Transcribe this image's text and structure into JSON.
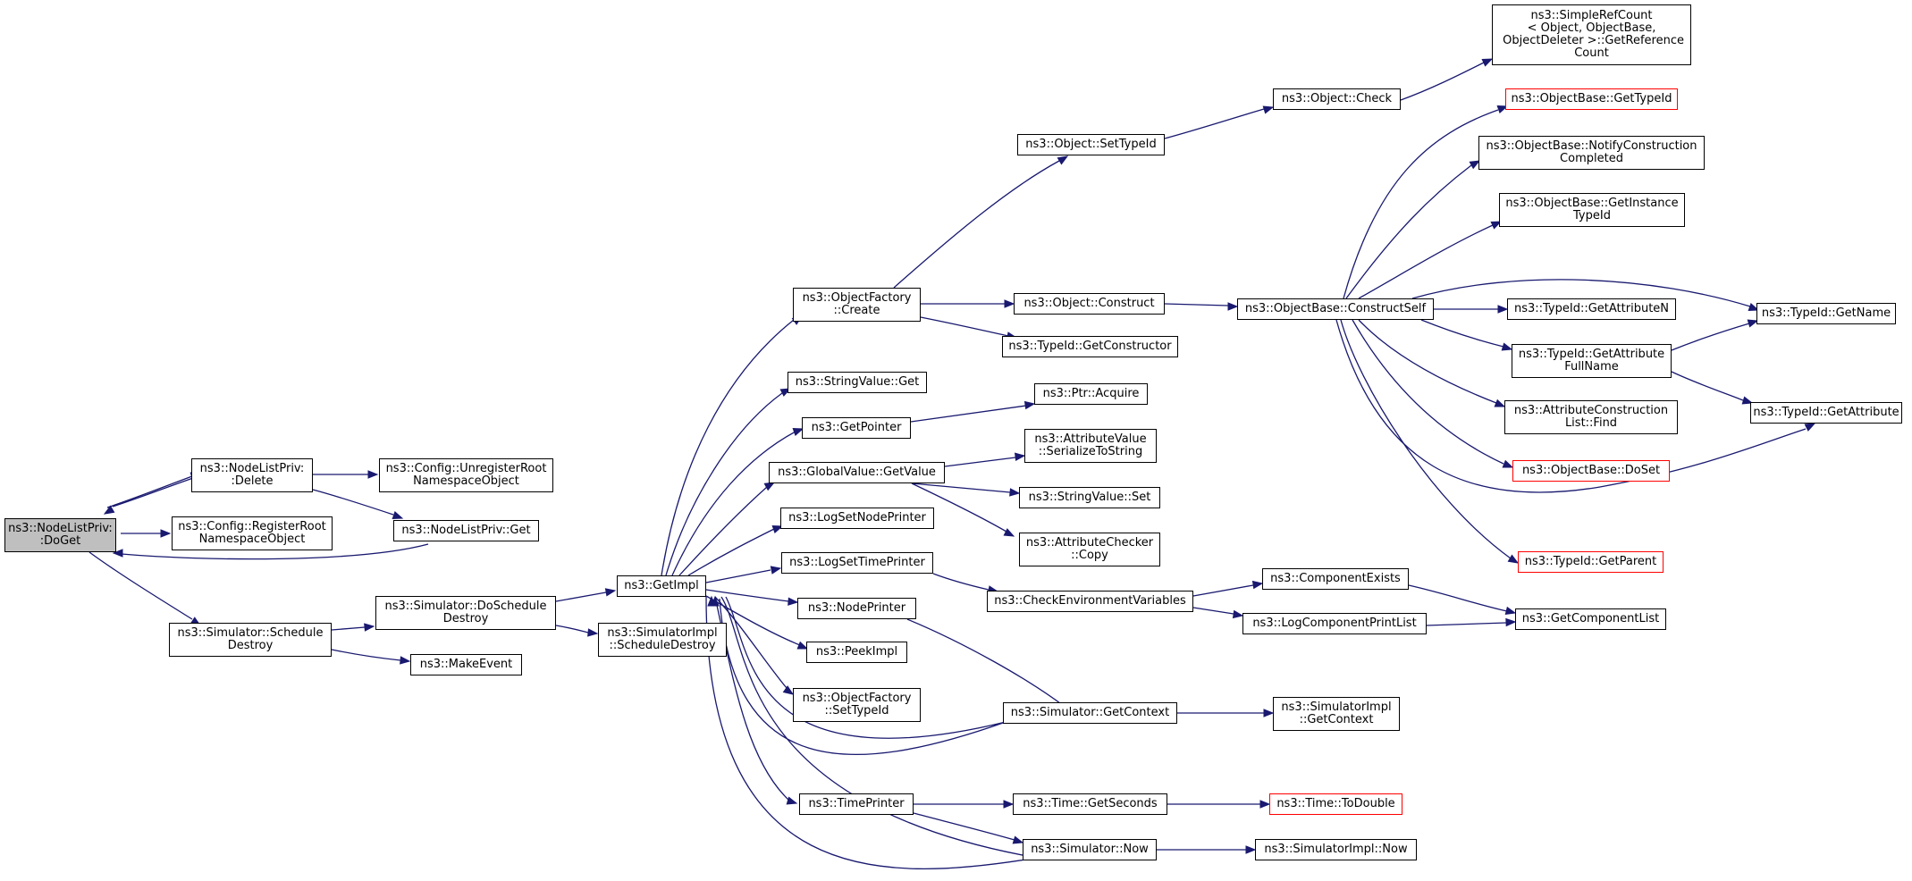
{
  "graph": {
    "colors": {
      "edge": "#191970",
      "node_border": "#000000",
      "missing_border": "#ff0000",
      "root_fill": "#bfbfbf"
    },
    "nodes": [
      {
        "id": "doget",
        "label": "ns3::NodeListPriv:\n:DoGet",
        "style": "root"
      },
      {
        "id": "delete",
        "label": "ns3::NodeListPriv:\n:Delete"
      },
      {
        "id": "unregister",
        "label": "ns3::Config::UnregisterRoot\nNamespaceObject"
      },
      {
        "id": "register",
        "label": "ns3::Config::RegisterRoot\nNamespaceObject"
      },
      {
        "id": "nlpget",
        "label": "ns3::NodeListPriv::Get"
      },
      {
        "id": "schedDestroy",
        "label": "ns3::Simulator::Schedule\nDestroy"
      },
      {
        "id": "doSchedDestroy",
        "label": "ns3::Simulator::DoSchedule\nDestroy"
      },
      {
        "id": "makeEvent",
        "label": "ns3::MakeEvent"
      },
      {
        "id": "implSchedDestroy",
        "label": "ns3::SimulatorImpl\n::ScheduleDestroy"
      },
      {
        "id": "getImpl",
        "label": "ns3::GetImpl"
      },
      {
        "id": "ofCreate",
        "label": "ns3::ObjectFactory\n::Create"
      },
      {
        "id": "svGet",
        "label": "ns3::StringValue::Get"
      },
      {
        "id": "getPointer",
        "label": "ns3::GetPointer"
      },
      {
        "id": "gvGetValue",
        "label": "ns3::GlobalValue::GetValue"
      },
      {
        "id": "logSetNode",
        "label": "ns3::LogSetNodePrinter"
      },
      {
        "id": "logSetTime",
        "label": "ns3::LogSetTimePrinter"
      },
      {
        "id": "nodePrinter",
        "label": "ns3::NodePrinter"
      },
      {
        "id": "peekImpl",
        "label": "ns3::PeekImpl"
      },
      {
        "id": "ofSetTypeId",
        "label": "ns3::ObjectFactory\n::SetTypeId"
      },
      {
        "id": "timePrinter",
        "label": "ns3::TimePrinter"
      },
      {
        "id": "objSetTypeId",
        "label": "ns3::Object::SetTypeId"
      },
      {
        "id": "objCheck",
        "label": "ns3::Object::Check"
      },
      {
        "id": "simpleRef",
        "label": "ns3::SimpleRefCount\n< Object, ObjectBase,\n ObjectDeleter >::GetReference\nCount"
      },
      {
        "id": "objConstruct",
        "label": "ns3::Object::Construct"
      },
      {
        "id": "getConstructor",
        "label": "ns3::TypeId::GetConstructor"
      },
      {
        "id": "ptrAcquire",
        "label": "ns3::Ptr::Acquire"
      },
      {
        "id": "serialize",
        "label": "ns3::AttributeValue\n::SerializeToString"
      },
      {
        "id": "svSet",
        "label": "ns3::StringValue::Set"
      },
      {
        "id": "acCopy",
        "label": "ns3::AttributeChecker\n::Copy"
      },
      {
        "id": "checkEnv",
        "label": "ns3::CheckEnvironmentVariables"
      },
      {
        "id": "simGetContext",
        "label": "ns3::Simulator::GetContext"
      },
      {
        "id": "getSeconds",
        "label": "ns3::Time::GetSeconds"
      },
      {
        "id": "simNow",
        "label": "ns3::Simulator::Now"
      },
      {
        "id": "constructSelf",
        "label": "ns3::ObjectBase::ConstructSelf"
      },
      {
        "id": "obGetTypeId",
        "label": "ns3::ObjectBase::GetTypeId",
        "style": "missing"
      },
      {
        "id": "notify",
        "label": "ns3::ObjectBase::NotifyConstruction\nCompleted"
      },
      {
        "id": "getInstance",
        "label": "ns3::ObjectBase::GetInstance\nTypeId"
      },
      {
        "id": "getAttrN",
        "label": "ns3::TypeId::GetAttributeN"
      },
      {
        "id": "getAttrFull",
        "label": "ns3::TypeId::GetAttribute\nFullName"
      },
      {
        "id": "acListFind",
        "label": "ns3::AttributeConstruction\nList::Find"
      },
      {
        "id": "doSet",
        "label": "ns3::ObjectBase::DoSet",
        "style": "missing"
      },
      {
        "id": "getParent",
        "label": "ns3::TypeId::GetParent",
        "style": "missing"
      },
      {
        "id": "getName",
        "label": "ns3::TypeId::GetName"
      },
      {
        "id": "getAttribute",
        "label": "ns3::TypeId::GetAttribute"
      },
      {
        "id": "compExists",
        "label": "ns3::ComponentExists"
      },
      {
        "id": "logCompPrint",
        "label": "ns3::LogComponentPrintList"
      },
      {
        "id": "getCompList",
        "label": "ns3::GetComponentList"
      },
      {
        "id": "implGetContext",
        "label": "ns3::SimulatorImpl\n::GetContext"
      },
      {
        "id": "toDouble",
        "label": "ns3::Time::ToDouble",
        "style": "missing"
      },
      {
        "id": "implNow",
        "label": "ns3::SimulatorImpl::Now"
      }
    ]
  }
}
